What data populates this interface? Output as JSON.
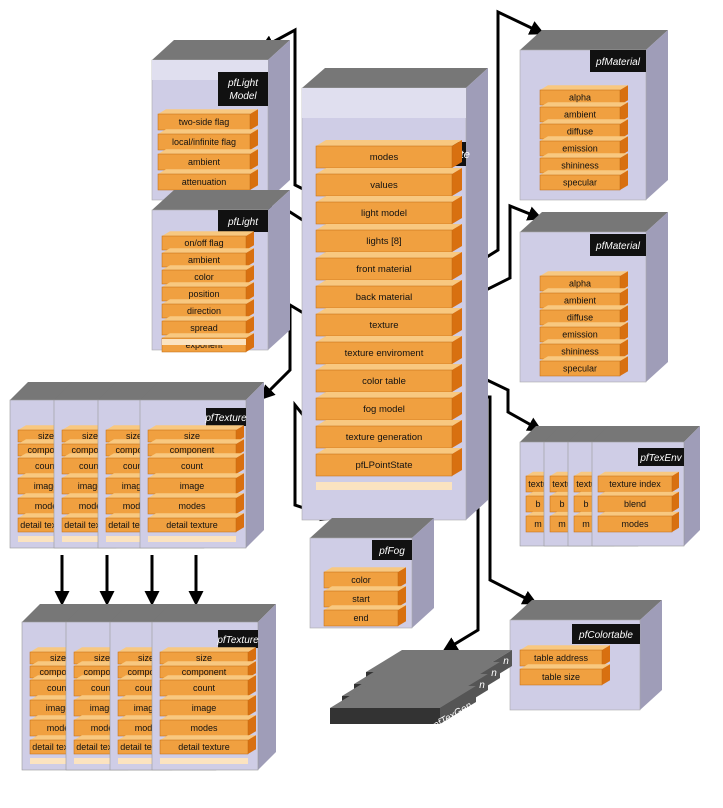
{
  "geostate": {
    "title": "pfGeoState",
    "fields": [
      "modes",
      "values",
      "light model",
      "lights [8]",
      "front material",
      "back material",
      "texture",
      "texture enviroment",
      "color table",
      "fog model",
      "texture generation",
      "pfLPointState"
    ]
  },
  "light_model": {
    "title_line1": "pfLight",
    "title_line2": "Model",
    "fields": [
      "two-side flag",
      "local/infinite flag",
      "ambient",
      "attenuation"
    ]
  },
  "light": {
    "title": "pfLight",
    "fields": [
      "on/off flag",
      "ambient",
      "color",
      "position",
      "direction",
      "spread",
      "exponent"
    ]
  },
  "material_front": {
    "title": "pfMaterial",
    "fields": [
      "alpha",
      "ambient",
      "diffuse",
      "emission",
      "shininess",
      "specular"
    ]
  },
  "material_back": {
    "title": "pfMaterial",
    "fields": [
      "alpha",
      "ambient",
      "diffuse",
      "emission",
      "shininess",
      "specular"
    ]
  },
  "texture_top": {
    "title": "pfTexture",
    "fields": [
      "size",
      "component",
      "count",
      "image",
      "modes",
      "detail texture"
    ],
    "back_fragments": [
      [
        "size",
        "compone",
        "count",
        "image",
        "mode",
        "detail texture"
      ],
      [
        "size",
        "compone",
        "count",
        "image",
        "mode",
        "detail texture"
      ],
      [
        "size",
        "compone",
        "count",
        "image",
        "mode",
        "detail texture"
      ]
    ]
  },
  "texture_bottom": {
    "title": "pfTexture",
    "fields": [
      "size",
      "component",
      "count",
      "image",
      "modes",
      "detail texture"
    ],
    "back_fragments": [
      [
        "size",
        "compone",
        "count",
        "image",
        "mode",
        "detail texture"
      ],
      [
        "size",
        "compone",
        "count",
        "image",
        "mode",
        "detail texture"
      ],
      [
        "size",
        "compone",
        "count",
        "image",
        "mode",
        "detail texture"
      ]
    ]
  },
  "texenv": {
    "title": "pfTexEnv",
    "fields": [
      "texture index",
      "blend",
      "modes"
    ],
    "back_fragments": [
      [
        "textu",
        "b",
        "m"
      ],
      [
        "textu",
        "b",
        "m"
      ],
      [
        "textu",
        "b",
        "m"
      ]
    ]
  },
  "fog": {
    "title": "pfFog",
    "fields": [
      "color",
      "start",
      "end"
    ]
  },
  "colortable": {
    "title": "pfColortable",
    "fields": [
      "table address",
      "table size"
    ]
  },
  "texgen": {
    "title": "pfTexGen",
    "back_fragments": [
      "n",
      "n",
      "n"
    ]
  },
  "colors": {
    "box_side": "#cfcde6",
    "box_top": "#777777",
    "header": "#111111",
    "bar_front": "#f0a040",
    "bar_top": "#f8c880",
    "bar_side": "#d87010",
    "arrow": "#000000"
  }
}
